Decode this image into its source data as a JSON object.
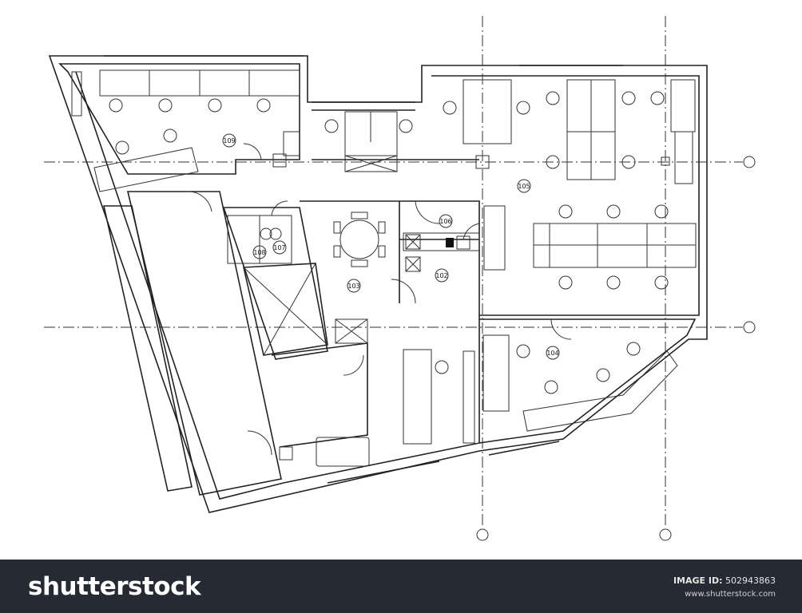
{
  "plan": {
    "rooms": [
      {
        "id": "109"
      },
      {
        "id": "105"
      },
      {
        "id": "106"
      },
      {
        "id": "108"
      },
      {
        "id": "107"
      },
      {
        "id": "103"
      },
      {
        "id": "102"
      },
      {
        "id": "104"
      }
    ],
    "line_color": "#222222"
  },
  "footer": {
    "brand": "shutterstock",
    "image_id_label": "IMAGE ID:",
    "image_id": "502943863",
    "website": "www.shutterstock.com",
    "background": "#262a33"
  }
}
